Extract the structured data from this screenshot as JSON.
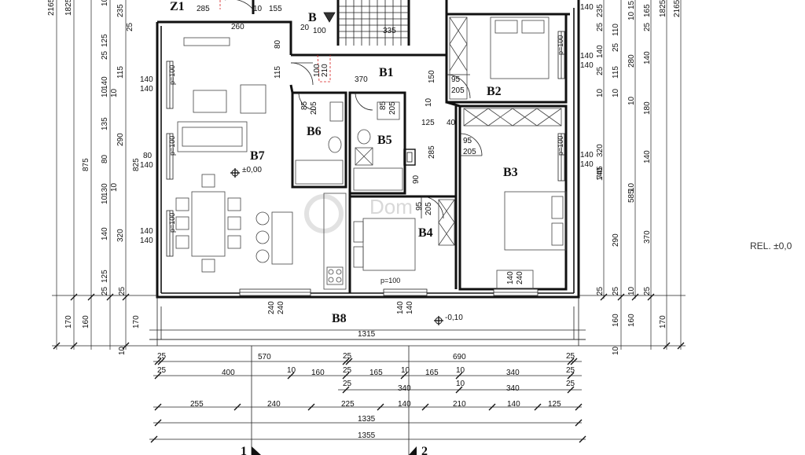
{
  "rooms": {
    "b1": "B1",
    "b2": "B2",
    "b3": "B3",
    "b4": "B4",
    "b5": "B5",
    "b6": "B6",
    "b7": "B7",
    "b8": "B8",
    "z1": "Z1",
    "b": "B"
  },
  "levels": {
    "b7": "±0,00",
    "b8": "-0,10",
    "rel": "REL. ±0,0"
  },
  "watermark": "Dom",
  "openings": {
    "b7_w1": "p=100",
    "b7_w2": "p=100",
    "b7_w3": "p=100",
    "b2_w": "p=100",
    "b3_w": "p=100",
    "b4_w": "p=100"
  },
  "inner": {
    "d100": "100",
    "d335": "335",
    "d20": "20",
    "d80": "80",
    "d115": "115",
    "d370": "370",
    "d150": "150",
    "d95a": "95",
    "d205a": "205",
    "d85a": "85",
    "d205b": "205",
    "d85b": "85",
    "d205c": "205",
    "d125": "125",
    "d40": "40",
    "d95b": "95",
    "d205d": "205",
    "d285": "285",
    "d90": "90",
    "d95c": "95",
    "d205e": "205",
    "d100b": "100",
    "d210": "210",
    "d10": "10",
    "d140a": "140",
    "d140b": "140",
    "d140c": "140",
    "d140d": "140",
    "d80b": "80",
    "d140e": "140",
    "d140f": "140",
    "d140g": "140",
    "d140h": "140",
    "d140i": "140",
    "d140j": "140",
    "d240a": "240",
    "d240b": "240",
    "d140k": "140",
    "d140l": "140",
    "d140m": "140",
    "d240c": "240",
    "d285t": "285",
    "d260t": "260",
    "d10t": "10",
    "d155t": "155"
  },
  "dims_bottom": {
    "row1": [
      "1315"
    ],
    "row2": [
      "25",
      "570",
      "25",
      "690",
      "25"
    ],
    "row3": [
      "25",
      "400",
      "10",
      "160",
      "25",
      "165",
      "10",
      "165",
      "10",
      "340",
      "25"
    ],
    "row4": [
      "25",
      "340",
      "10",
      "340",
      "25"
    ],
    "row5": [
      "255",
      "240",
      "225",
      "140",
      "210",
      "140",
      "125"
    ],
    "row6": [
      "1335"
    ],
    "row7": [
      "1355"
    ],
    "sections": [
      "1",
      "2"
    ]
  },
  "dims_left": {
    "outer": [
      "2165"
    ],
    "c1": [
      "1825",
      "170"
    ],
    "c2": [
      "875",
      "160"
    ],
    "c3": [
      "10",
      "125",
      "25",
      "140",
      "10",
      "135",
      "80",
      "130",
      "10",
      "140",
      "125",
      "25",
      "25",
      "10"
    ],
    "c4": [
      "235",
      "25",
      "115",
      "290",
      "320",
      "825",
      "170",
      "10",
      "10"
    ]
  },
  "dims_right": {
    "c1": [
      "235",
      "25",
      "140",
      "25",
      "10",
      "320",
      "140",
      "290",
      "25",
      "25",
      "160",
      "10"
    ],
    "c2": [
      "110",
      "25",
      "115",
      "10",
      "745",
      "585"
    ],
    "c3": [
      "15",
      "10",
      "280",
      "10",
      "10",
      "10",
      "160"
    ],
    "c4": [
      "165",
      "25",
      "140",
      "180",
      "140",
      "370",
      "25"
    ],
    "c5": [
      "1825",
      "170"
    ],
    "c6": [
      "2165"
    ]
  }
}
